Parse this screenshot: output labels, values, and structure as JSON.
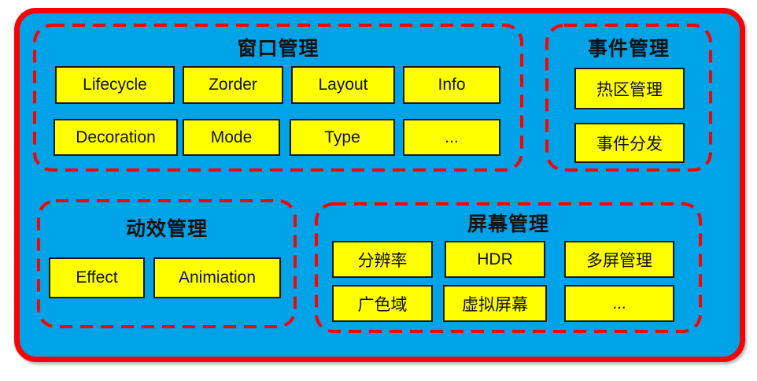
{
  "colors": {
    "background": "#00A2E8",
    "outer_border": "#FF0000",
    "group_border": "#FF0000",
    "box_fill": "#FFFF00",
    "box_border": "#1A1A1A",
    "text": "#111111"
  },
  "diagram": {
    "groups": [
      {
        "title": "窗口管理",
        "items": [
          "Lifecycle",
          "Zorder",
          "Layout",
          "Info",
          "Decoration",
          "Mode",
          "Type",
          "..."
        ]
      },
      {
        "title": "事件管理",
        "items": [
          "热区管理",
          "事件分发"
        ]
      },
      {
        "title": "动效管理",
        "items": [
          "Effect",
          "Animiation"
        ]
      },
      {
        "title": "屏幕管理",
        "items": [
          "分辨率",
          "HDR",
          "多屏管理",
          "广色域",
          "虚拟屏幕",
          "..."
        ]
      }
    ]
  }
}
